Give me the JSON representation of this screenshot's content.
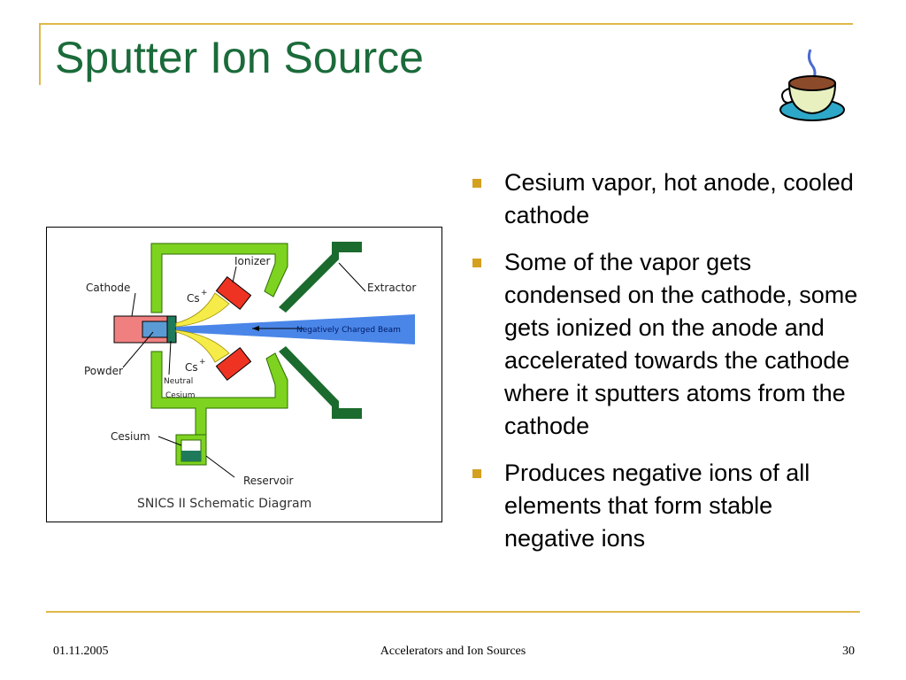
{
  "slide": {
    "title": "Sputter Ion Source",
    "bullets": [
      "Cesium vapor, hot anode, cooled cathode",
      "Some of the vapor gets condensed on the cathode, some gets ionized on the anode and accelerated towards the cathode where it sputters atoms from the cathode",
      "Produces negative ions of all elements that form stable negative ions"
    ]
  },
  "diagram": {
    "labels": {
      "cathode": "Cathode",
      "ionizer": "Ionizer",
      "extractor": "Extractor",
      "beam": "Negatively Charged Beam",
      "powder": "Powder",
      "cs_top": "Cs",
      "cs_bottom": "Cs",
      "plus": "+",
      "neutral": "Neutral",
      "neutral_cesium": "Cesium",
      "cesium": "Cesium",
      "reservoir": "Reservoir",
      "caption": "SNICS II Schematic Diagram"
    },
    "colors": {
      "housing": "#7ed321",
      "extractor": "#1b6b2e",
      "ionizer": "#ee3322",
      "beam": "#4a86e8",
      "cesium_flow": "#f5ec4a",
      "cathode": "#f08080",
      "powder": "#5b9bd5",
      "reservoir": "#1e7a5a"
    }
  },
  "footer": {
    "date": "01.11.2005",
    "center": "Accelerators and Ion Sources",
    "page": "30"
  },
  "icons": [
    "coffee-cup-icon",
    "bullet-square-icon"
  ]
}
